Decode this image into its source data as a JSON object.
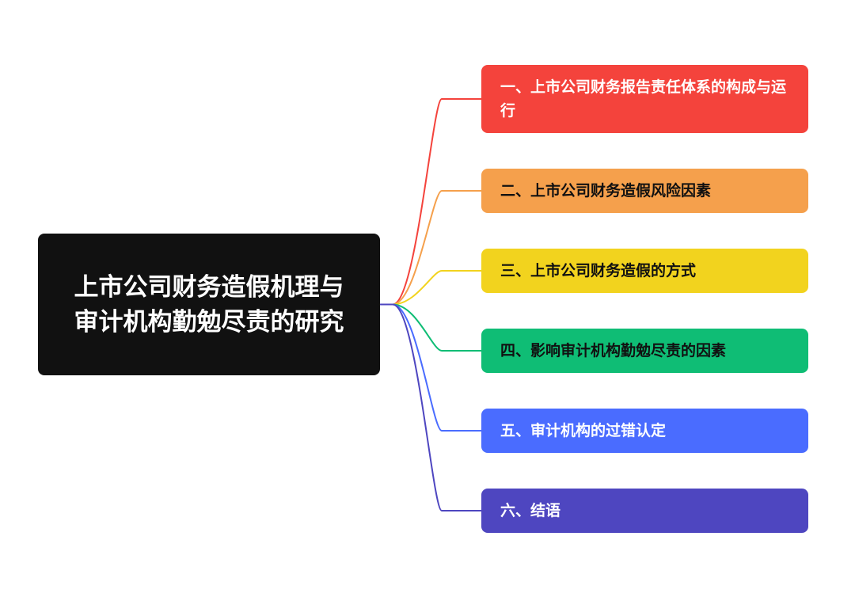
{
  "root": {
    "title": "上市公司财务造假机理与审计机构勤勉尽责的研究"
  },
  "branches": [
    {
      "label": "一、上市公司财务报告责任体系的构成与运行",
      "color": "#f4433c",
      "text_color": "#ffffff"
    },
    {
      "label": "二、上市公司财务造假风险因素",
      "color": "#f5a04c",
      "text_color": "#111111"
    },
    {
      "label": "三、上市公司财务造假的方式",
      "color": "#f2d31e",
      "text_color": "#111111"
    },
    {
      "label": "四、影响审计机构勤勉尽责的因素",
      "color": "#0fbd75",
      "text_color": "#111111"
    },
    {
      "label": "五、审计机构的过错认定",
      "color": "#4a6cff",
      "text_color": "#ffffff"
    },
    {
      "label": "六、结语",
      "color": "#4e46c0",
      "text_color": "#ffffff"
    }
  ]
}
